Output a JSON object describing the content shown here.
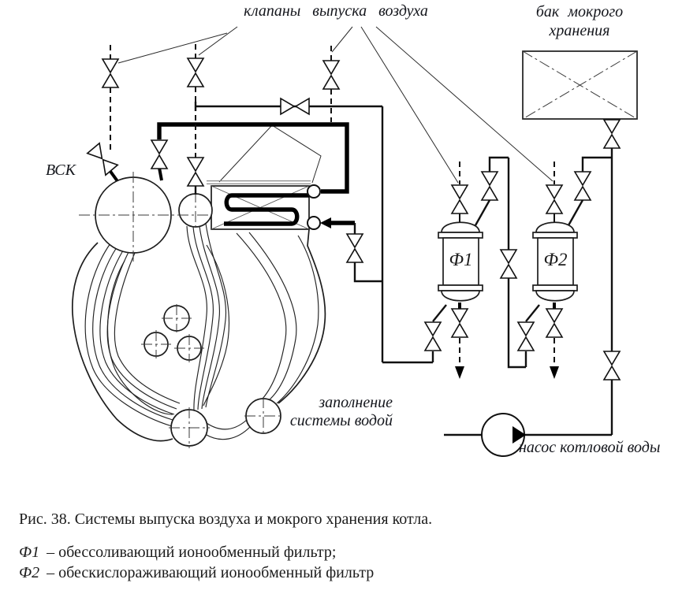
{
  "diagram": {
    "top_label": "клапаны выпуска воздуха",
    "tank_label_line1": "бак мокрого",
    "tank_label_line2": "хранения",
    "vsk_label": "ВСК",
    "filters": {
      "f1": "Ф1",
      "f2": "Ф2"
    },
    "fill_label_line1": "заполнение",
    "fill_label_line2": "системы водой",
    "pump_label": "насос котловой воды"
  },
  "caption": {
    "figure": "Рис. 38. Системы выпуска воздуха и мокрого хранения котла.",
    "legend": [
      {
        "sym": "Ф1",
        "text": "– обессоливающий ионообменный фильтр;"
      },
      {
        "sym": "Ф2",
        "text": "– обескислораживающий ионообменный фильтр"
      }
    ]
  },
  "colors": {
    "line": "#1b1b1b",
    "background": "#ffffff",
    "flange_gray": "#8a8a8a"
  }
}
